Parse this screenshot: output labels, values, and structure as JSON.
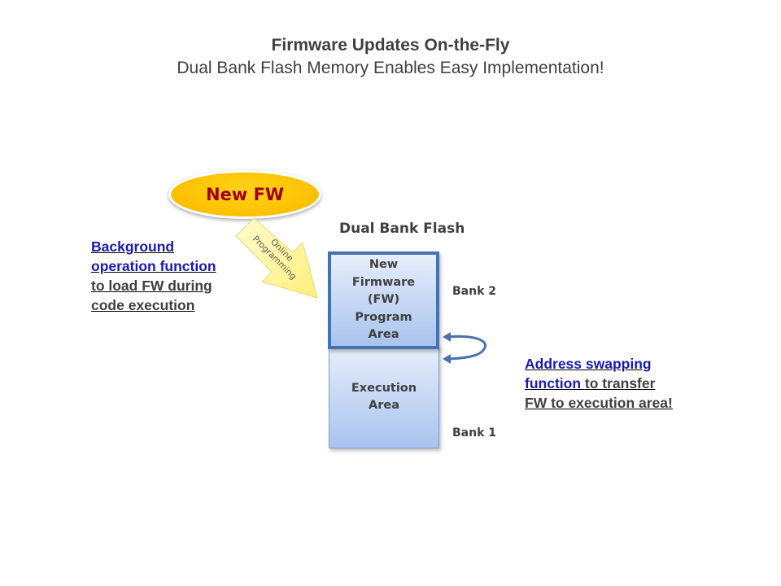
{
  "title": "Firmware Updates On-the-Fly",
  "subtitle": "Dual Bank Flash Memory Enables Easy Implementation!",
  "new_fw": "New FW",
  "arrow_label": [
    "Online",
    "Programming"
  ],
  "flash_title": "Dual Bank Flash",
  "bank2": {
    "label": "Bank 2",
    "lines": [
      "New",
      "Firmware",
      "(FW)",
      "Program",
      "Area"
    ]
  },
  "bank1": {
    "label": "Bank 1",
    "lines": [
      "Execution",
      "Area"
    ]
  },
  "note_left": {
    "link_lines": [
      "Background",
      "operation function"
    ],
    "plain_lines": [
      "to load FW during",
      "code execution"
    ]
  },
  "note_right": {
    "link_line1": "Address swapping",
    "link_line2": "function ",
    "plain_line2": "to transfer",
    "plain_line3": "FW to execution area!"
  },
  "colors": {
    "ellipse": "#fbc000",
    "ellipse_text": "#a00010",
    "link": "#1a1ab4",
    "bank_border": "#4672b0",
    "swap_arrow": "#4672b0",
    "prog_arrow": "#fff59a"
  }
}
